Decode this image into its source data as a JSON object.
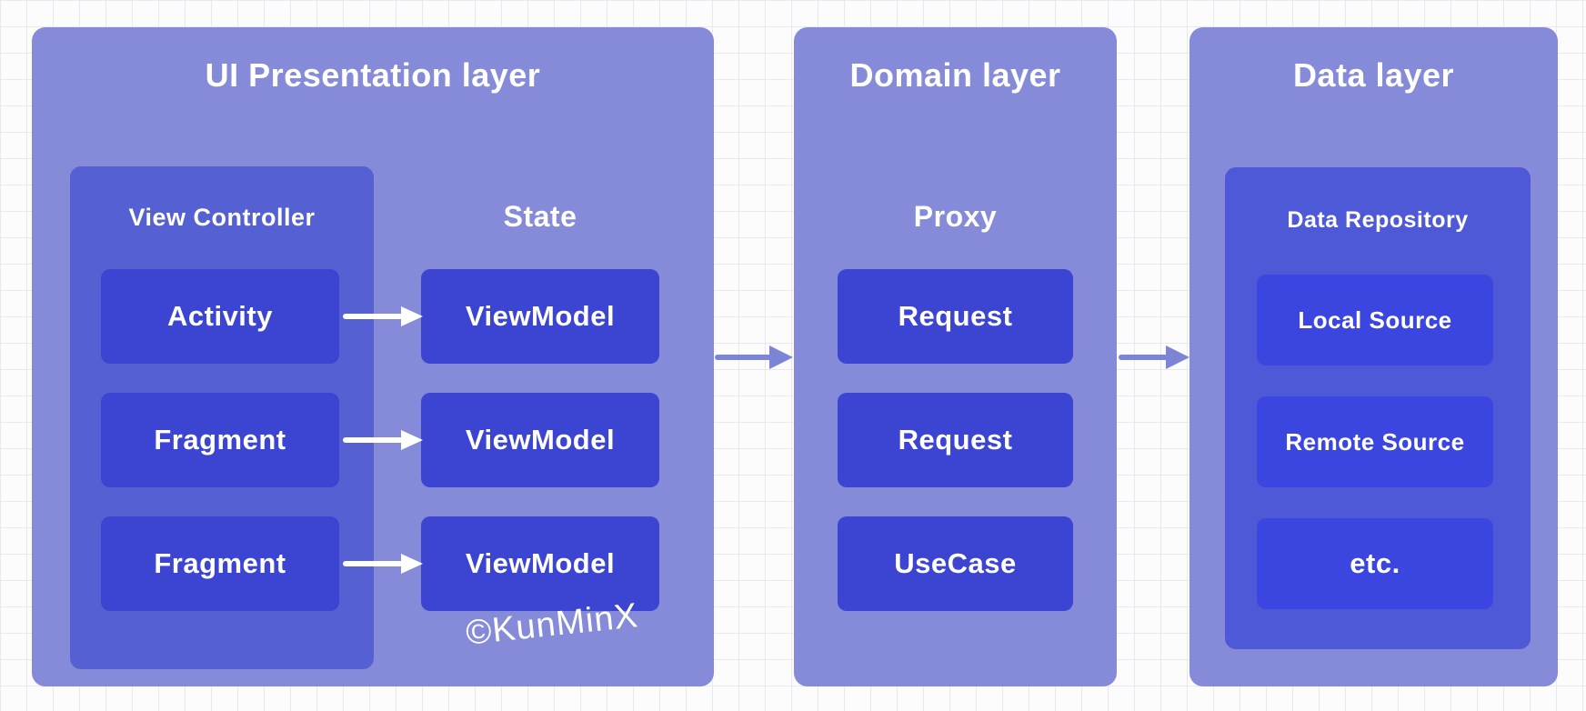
{
  "colors": {
    "background": "#fcfcfd",
    "grid_line": "#e9e9ed",
    "panel": "#858bd9",
    "subpanel_view_controller": "#5560d2",
    "subpanel_data_repository": "#4e59d8",
    "node": "#3b45d1",
    "node_data_source": "#3a46df",
    "connector_arrow": "#7c84d5",
    "text": "#ffffff"
  },
  "watermark": "©KunMinX",
  "ui_presentation_layer": {
    "title": "UI Presentation layer",
    "view_controller": {
      "label": "View Controller",
      "nodes": [
        "Activity",
        "Fragment",
        "Fragment"
      ]
    },
    "state": {
      "label": "State",
      "nodes": [
        "ViewModel",
        "ViewModel",
        "ViewModel"
      ]
    }
  },
  "domain_layer": {
    "title": "Domain layer",
    "label": "Proxy",
    "nodes": [
      "Request",
      "Request",
      "UseCase"
    ]
  },
  "data_layer": {
    "title": "Data layer",
    "repository": {
      "label": "Data Repository",
      "nodes": [
        "Local Source",
        "Remote Source",
        "etc."
      ]
    }
  }
}
